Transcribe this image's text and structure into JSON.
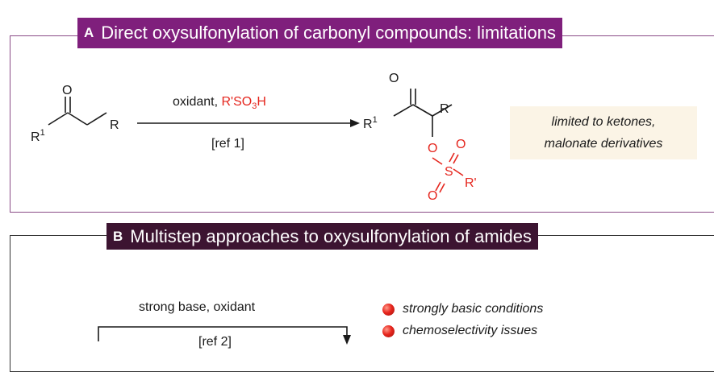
{
  "panel_a": {
    "letter": "A",
    "title": "Direct oxysulfonylation of carbonyl compounds: limitations",
    "reagent_prefix": "oxidant, ",
    "reagent_red": "R'SO",
    "reagent_sub": "3",
    "reagent_end": "H",
    "reference": "[ref 1]",
    "note_line1": "limited to ketones,",
    "note_line2": "malonate derivatives"
  },
  "panel_b": {
    "letter": "B",
    "title": "Multistep approaches to oxysulfonylation of amides",
    "reagent": "strong base, oxidant",
    "reference": "[ref 2]",
    "bullets": [
      "strongly basic conditions",
      "chemoselectivity issues"
    ]
  },
  "molecules": {
    "sm_o": "O",
    "sm_r1": "R",
    "sm_r1_sup": "1",
    "sm_r": "R",
    "pr_o": "O",
    "pr_r1": "R",
    "pr_r1_sup": "1",
    "pr_r": "R",
    "pr_o_link": "O",
    "pr_s": "S",
    "pr_o_top": "O",
    "pr_o_bot": "O",
    "pr_rprime": "R'"
  },
  "colors": {
    "header_a": "#7f1f7c",
    "header_b": "#3c1431",
    "accent_red": "#e5261e",
    "note_bg": "#fbf4e6"
  }
}
